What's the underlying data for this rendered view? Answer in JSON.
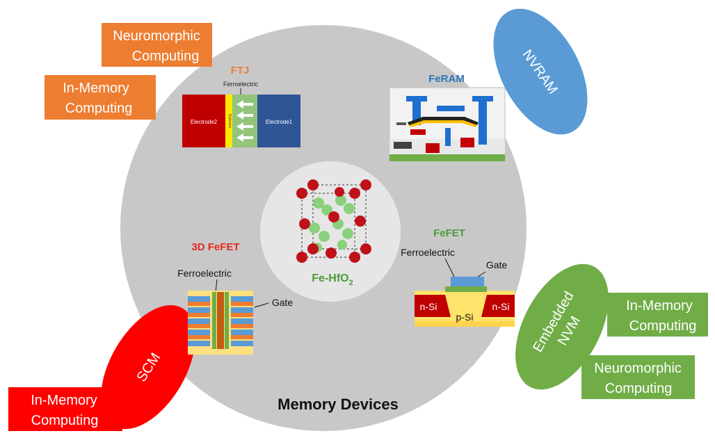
{
  "title": "Memory Devices",
  "center_material": {
    "main": "Fe-HfO",
    "subscript": "2"
  },
  "devices": {
    "ftj": {
      "title": "FTJ",
      "layer_label": "Ferroelectric",
      "left_electrode": "Electrode2",
      "right_electrode": "Electrode1",
      "thin_layer": "Dielectric"
    },
    "feram": {
      "title": "FeRAM"
    },
    "fefet": {
      "title": "FeFET",
      "ferro_label": "Ferroelectric",
      "gate_label": "Gate",
      "source": "n-Si",
      "drain": "n-Si",
      "substrate": "p-Si"
    },
    "fefet3d": {
      "title": "3D FeFET",
      "ferro_label": "Ferroelectric",
      "gate_label": "Gate"
    }
  },
  "applications": {
    "nvram": "NVRAM",
    "scm": "SCM",
    "embedded_nvm": [
      "Embedded",
      "NVM"
    ]
  },
  "tags": {
    "top_left_neuro": [
      "Neuromorphic",
      "Computing"
    ],
    "top_left_inmem": [
      "In-Memory",
      "Computing"
    ],
    "right_inmem": [
      "In-Memory",
      "Computing"
    ],
    "right_neuro": [
      "Neuromorphic",
      "Computing"
    ],
    "bottom_left_inmem": [
      "In-Memory",
      "Computing"
    ]
  },
  "colors": {
    "big_circle": "#c8c8c8",
    "inner_circle": "#e6e6e6",
    "orange": "#ed7d31",
    "blue": "#5b9bd5",
    "red": "#ff0000",
    "green": "#70ad47",
    "ftj_title": "#ed7d31",
    "feram_title": "#2e75b6",
    "fefet_title": "#4e9a3a",
    "fefet3d_title": "#e8281e",
    "material_label": "#4e9a3a"
  }
}
